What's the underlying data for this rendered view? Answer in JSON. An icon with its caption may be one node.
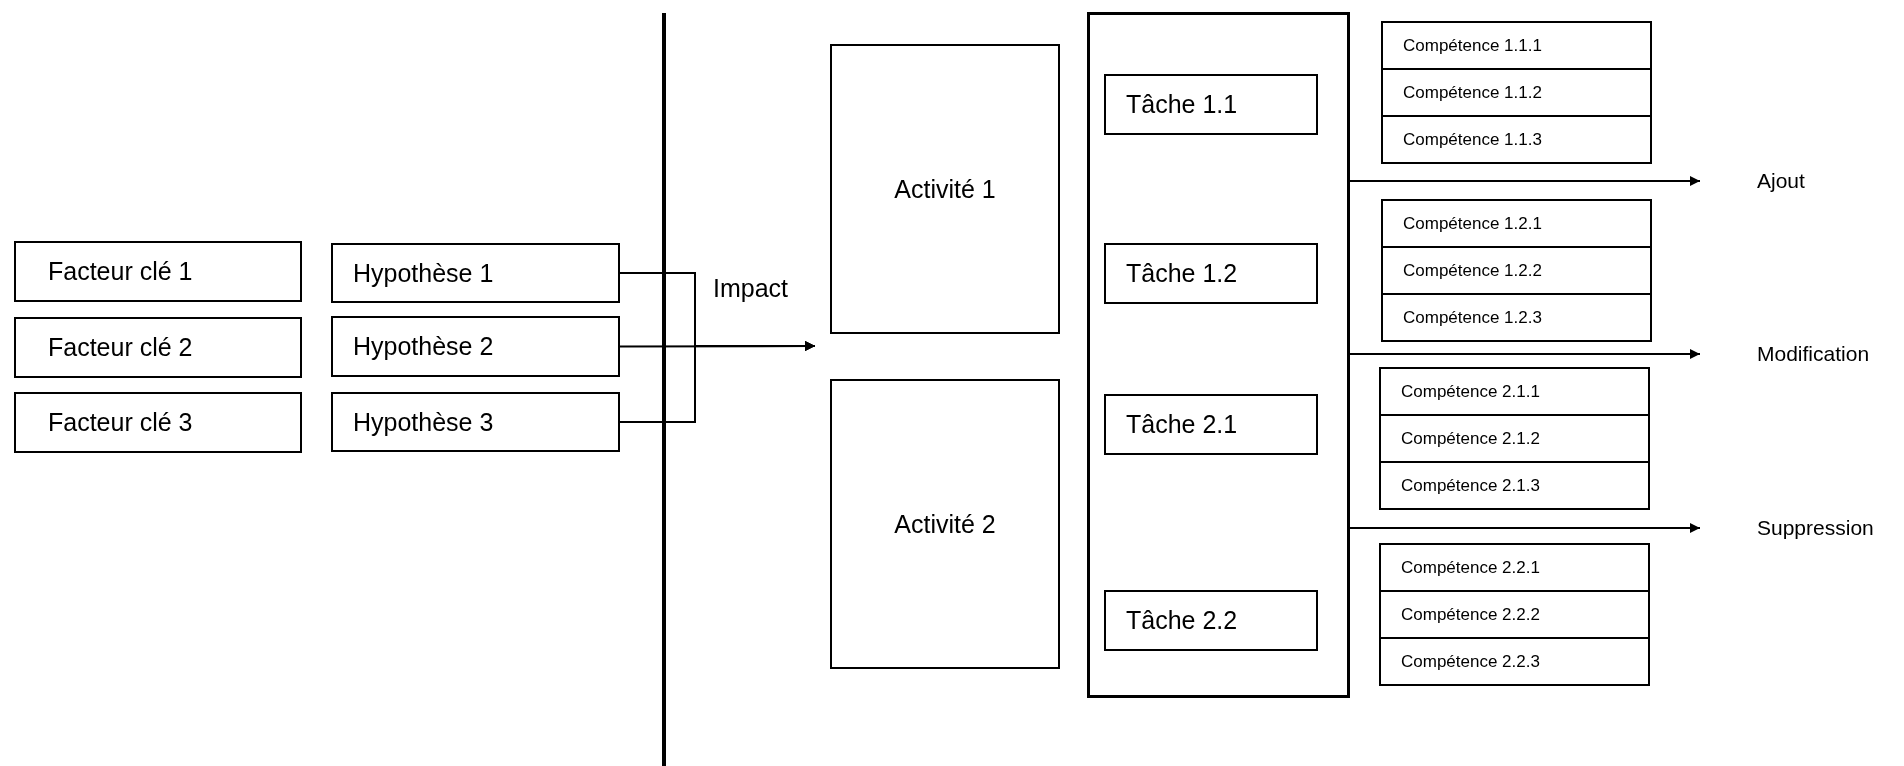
{
  "diagram": {
    "nodes": [
      {
        "text": [
          "Facteur clé 1"
        ]
      },
      {
        "text": [
          "Facteur clé 2"
        ]
      },
      {
        "text": [
          "Facteur clé 3"
        ]
      },
      {
        "text": [
          "Hypothèse 1"
        ]
      },
      {
        "text": [
          "Hypothèse 2"
        ]
      },
      {
        "text": [
          "Hypothèse 3"
        ]
      },
      {
        "text": [
          "Activité 1"
        ]
      },
      {
        "text": [
          "Activité 2"
        ]
      },
      {
        "text": [],
        "shape": "box"
      },
      {
        "text": [
          "Tâche 1.1"
        ],
        "in": 8
      },
      {
        "text": [
          "Tâche 1.2"
        ],
        "in": 8
      },
      {
        "text": [
          "Tâche 2.1"
        ],
        "in": 8
      },
      {
        "text": [
          "Tâche 2.2"
        ],
        "in": 8
      },
      {
        "text": [
          "Compétence 1.1.1"
        ]
      },
      {
        "text": [
          "Compétence 1.1.2"
        ]
      },
      {
        "text": [
          "Compétence 1.1.3"
        ]
      },
      {
        "text": [
          "Compétence 1.2.1"
        ]
      },
      {
        "text": [
          "Compétence 1.2.2"
        ]
      },
      {
        "text": [
          "Compétence 1.2.3"
        ]
      },
      {
        "text": [
          "Compétence 2.1.1"
        ]
      },
      {
        "text": [
          "Compétence 2.1.2"
        ]
      },
      {
        "text": [
          "Compétence 2.1.3"
        ]
      },
      {
        "text": [
          "Compétence 2.2.1"
        ]
      },
      {
        "text": [
          "Compétence 2.2.2"
        ]
      },
      {
        "text": [
          "Compétence 2.2.3"
        ]
      },
      {
        "text": [
          "Ajout"
        ]
      },
      {
        "text": [
          "Modification"
        ]
      },
      {
        "text": [
          "Suppression"
        ]
      }
    ],
    "edges": [
      {
        "from": 3,
        "to": 6,
        "arrow": "to"
      },
      {
        "from": 4,
        "to": 6,
        "arrow": "to",
        "label": "Impact"
      },
      {
        "from": 5,
        "to": 6,
        "arrow": "to"
      },
      {
        "from": 8,
        "to": 25,
        "arrow": "to"
      },
      {
        "from": 8,
        "to": 26,
        "arrow": "to"
      },
      {
        "from": 8,
        "to": 27,
        "arrow": "to"
      }
    ]
  }
}
